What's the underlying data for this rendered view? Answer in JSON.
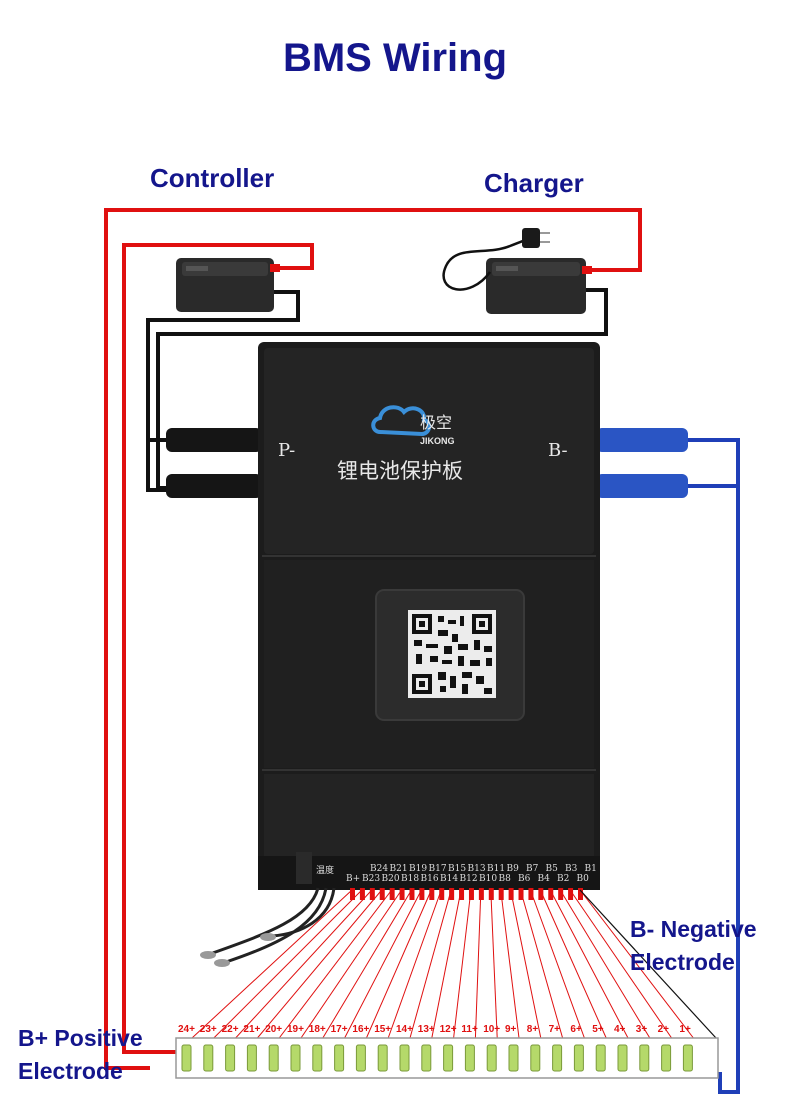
{
  "title": "BMS Wiring",
  "labels": {
    "controller": "Controller",
    "charger": "Charger",
    "b_negative_line1": "B- Negative",
    "b_negative_line2": "Electrode",
    "b_positive_line1": "B+ Positive",
    "b_positive_line2": "Electrode"
  },
  "board": {
    "brand_cn": "极空",
    "brand_en": "JIKONG",
    "name_cn": "锂电池保护板",
    "p_minus": "P-",
    "b_minus": "B-",
    "temp_label": "温度",
    "bplus_label": "B+",
    "pins_top": [
      "B24",
      "B21",
      "B19",
      "B17",
      "B15",
      "B13",
      "B11",
      "B9",
      "B7",
      "B5",
      "B3",
      "B1"
    ],
    "pins_bottom": [
      "B23",
      "B20",
      "B18",
      "B16",
      "B14",
      "B12",
      "B10",
      "B8",
      "B6",
      "B4",
      "B2",
      "B0"
    ]
  },
  "cells": [
    "24+",
    "23+",
    "22+",
    "21+",
    "20+",
    "19+",
    "18+",
    "17+",
    "16+",
    "15+",
    "14+",
    "13+",
    "12+",
    "11+",
    "10+",
    "9+",
    "8+",
    "7+",
    "6+",
    "5+",
    "4+",
    "3+",
    "2+",
    "1+"
  ],
  "colors": {
    "title": "#14168c",
    "red_wire": "#e01010",
    "blue_wire": "#1f3fb8",
    "black_wire": "#111111",
    "board": "#1c1c1c",
    "cell": "#b5d96a"
  }
}
